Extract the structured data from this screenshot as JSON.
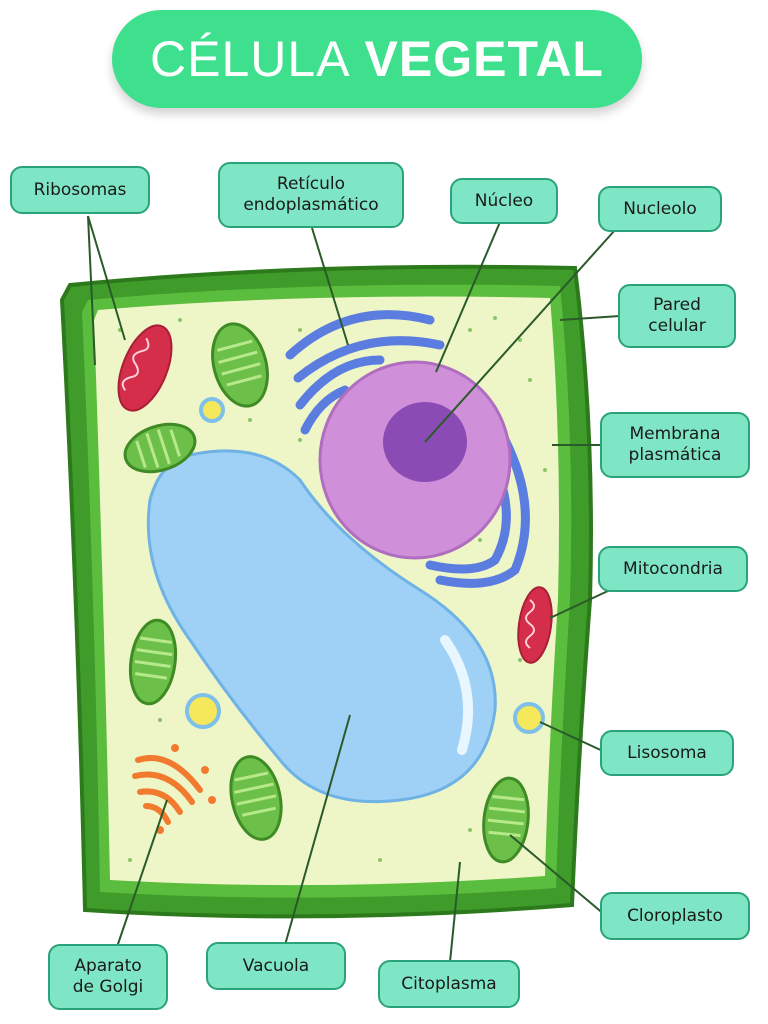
{
  "title": {
    "part1": "CÉLULA",
    "part2": "VEGETAL"
  },
  "labels": {
    "ribosomas": "Ribosomas",
    "reticulo": "Retículo\nendoplasmático",
    "nucleo": "Núcleo",
    "nucleolo": "Nucleolo",
    "pared": "Pared\ncelular",
    "membrana": "Membrana\nplasmática",
    "mitocondria": "Mitocondria",
    "lisosoma": "Lisosoma",
    "cloroplasto": "Cloroplasto",
    "golgi": "Aparato\nde Golgi",
    "vacuola": "Vacuola",
    "citoplasma": "Citoplasma"
  },
  "colors": {
    "title_bg": "#3ee08e",
    "label_bg": "#7ee6c5",
    "cell_wall": "#3f9b2a",
    "cytoplasm": "#eef6c8",
    "vacuole": "#9fd0f5",
    "nucleus": "#cf8fd9",
    "nucleolus": "#8a4bb4",
    "reticulum": "#5b7de0",
    "mitochondria": "#d42e4a",
    "chloroplast": "#6cc04a",
    "golgi": "#f27a2e",
    "lysosome": "#f5e85a"
  }
}
